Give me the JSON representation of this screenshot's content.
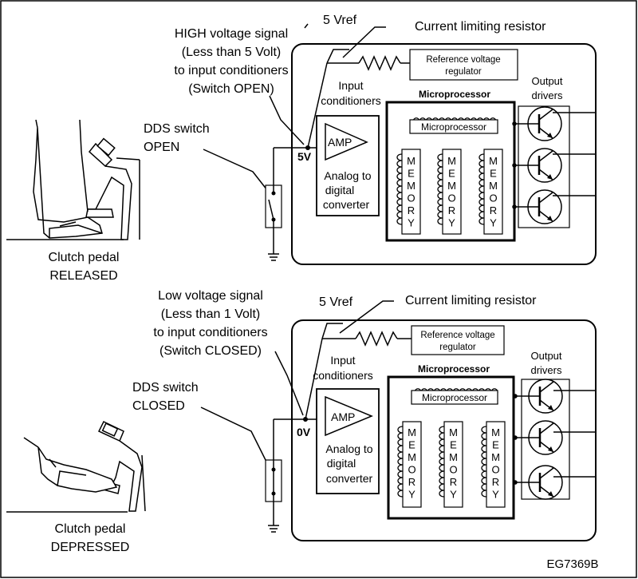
{
  "figure_id": "EG7369B",
  "panels": [
    {
      "signal_label": [
        "HIGH voltage signal",
        "(Less than 5 Volt)",
        "to input conditioners",
        "(Switch OPEN)"
      ],
      "switch_label": [
        "DDS switch",
        "OPEN"
      ],
      "pedal_label": [
        "Clutch pedal",
        "RELEASED"
      ],
      "node_voltage": "5V",
      "vref": "5 Vref",
      "resistor_label": "Current limiting resistor",
      "regulator_label": [
        "Reference voltage",
        "regulator"
      ],
      "input_conditioners": [
        "Input",
        "conditioners"
      ],
      "microprocessor_heading": "Microprocessor",
      "microprocessor_chip": "Microprocessor",
      "output_drivers": [
        "Output",
        "drivers"
      ],
      "amp": "AMP",
      "converter": [
        "Analog to",
        "digital",
        "converter"
      ],
      "memory_letters": [
        "M",
        "E",
        "M",
        "O",
        "R",
        "Y"
      ]
    },
    {
      "signal_label": [
        "Low voltage signal",
        "(Less than 1 Volt)",
        "to input conditioners",
        "(Switch CLOSED)"
      ],
      "switch_label": [
        "DDS switch",
        "CLOSED"
      ],
      "pedal_label": [
        "Clutch pedal",
        "DEPRESSED"
      ],
      "node_voltage": "0V",
      "vref": "5 Vref",
      "resistor_label": "Current limiting resistor",
      "regulator_label": [
        "Reference voltage",
        "regulator"
      ],
      "input_conditioners": [
        "Input",
        "conditioners"
      ],
      "microprocessor_heading": "Microprocessor",
      "microprocessor_chip": "Microprocessor",
      "output_drivers": [
        "Output",
        "drivers"
      ],
      "amp": "AMP",
      "converter": [
        "Analog to",
        "digital",
        "converter"
      ],
      "memory_letters": [
        "M",
        "E",
        "M",
        "O",
        "R",
        "Y"
      ]
    }
  ]
}
